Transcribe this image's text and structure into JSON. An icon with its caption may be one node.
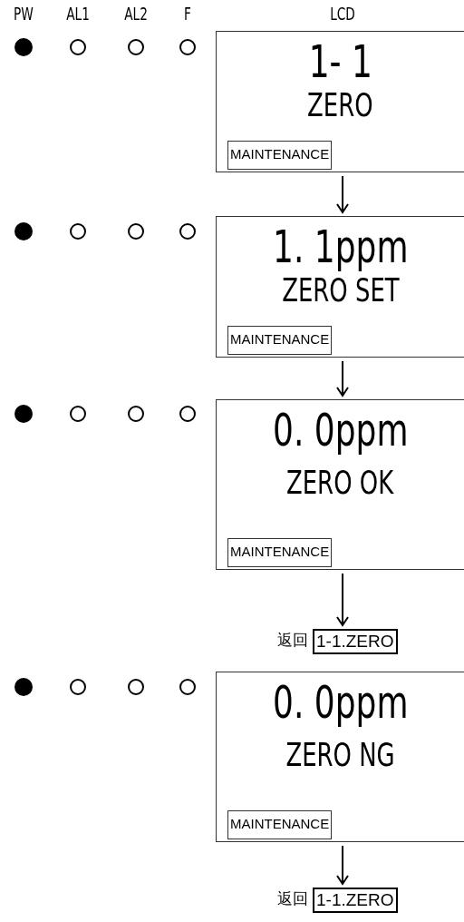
{
  "diagram": {
    "nodes": [
      {
        "text": [
          "1- 1",
          "ZERO"
        ]
      },
      {
        "text": [
          "MAINTENANCE"
        ],
        "in": 0
      },
      {
        "text": [
          "1. 1ppm",
          "ZERO SET"
        ]
      },
      {
        "text": [
          "MAINTENANCE"
        ],
        "in": 2
      },
      {
        "text": [
          "0. 0ppm",
          "ZERO OK"
        ]
      },
      {
        "text": [
          "MAINTENANCE"
        ],
        "in": 4
      },
      {
        "text": [
          "1-1.ZERO"
        ],
        "beside": [
          "返回"
        ]
      },
      {
        "text": [
          "0. 0ppm",
          "ZERO NG"
        ]
      },
      {
        "text": [
          "MAINTENANCE"
        ],
        "in": 7
      },
      {
        "text": [
          "1-1.ZERO"
        ],
        "beside": [
          "返回"
        ]
      }
    ],
    "edges": [
      {
        "from": 0,
        "to": 2,
        "arrow": "to"
      },
      {
        "from": 2,
        "to": 4,
        "arrow": "to"
      },
      {
        "from": 4,
        "to": 6,
        "arrow": "to"
      },
      {
        "from": 7,
        "to": 9,
        "arrow": "to"
      }
    ],
    "labels": [
      "PW",
      "AL1",
      "AL2",
      "F",
      "LCD"
    ]
  }
}
